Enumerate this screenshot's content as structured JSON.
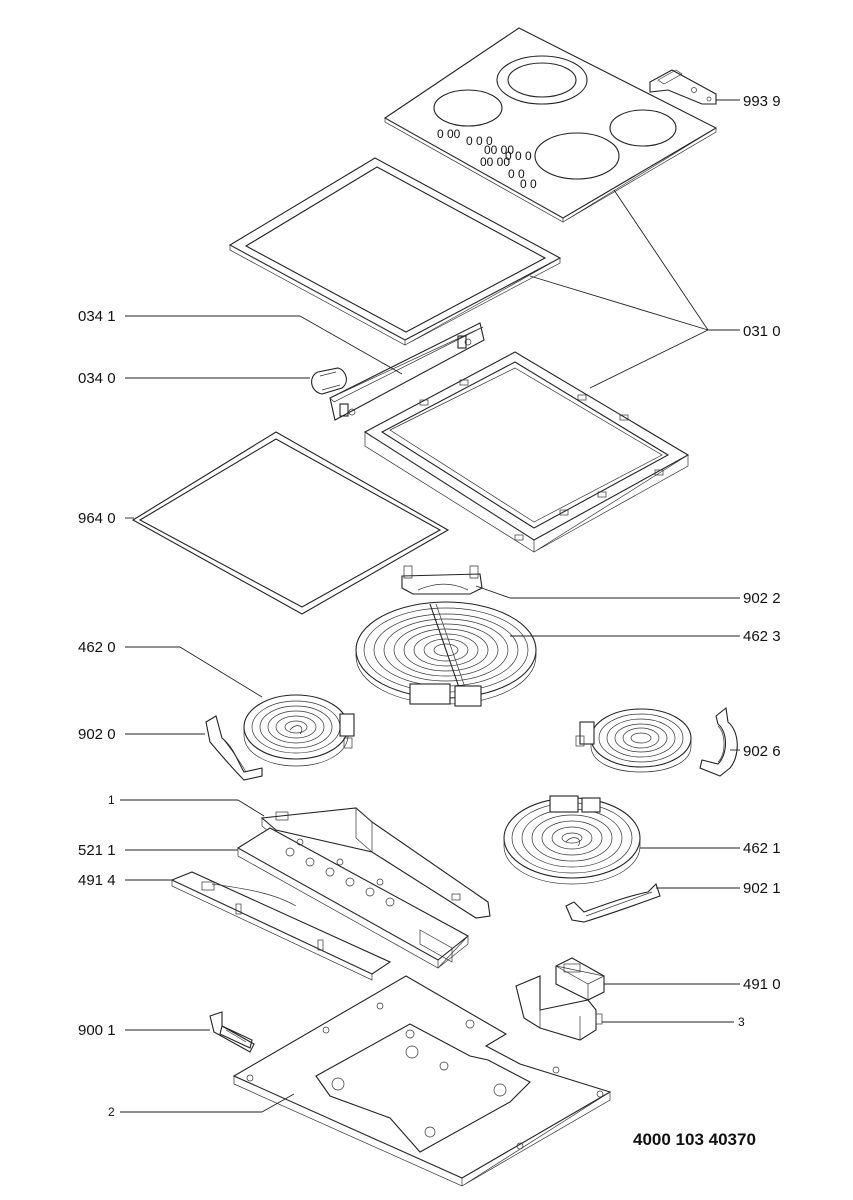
{
  "labels": {
    "l9939": "993 9",
    "l0341": "034 1",
    "l0340": "034 0",
    "l0310": "031 0",
    "l9640": "964 0",
    "l9022": "902 2",
    "l4623": "462 3",
    "l4620": "462 0",
    "l9020": "902 0",
    "l9026": "902 6",
    "l1": "1",
    "l4621": "462 1",
    "l5211": "521 1",
    "l4914": "491 4",
    "l9021": "902 1",
    "l4910": "491 0",
    "l3": "3",
    "l9001": "900 1",
    "l2": "2"
  },
  "document_number": "4000 103 40370"
}
